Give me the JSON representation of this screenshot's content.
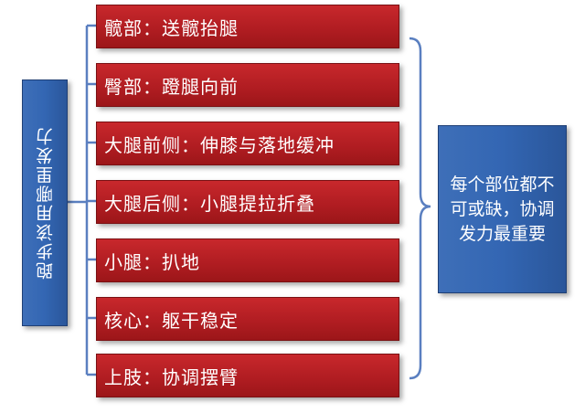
{
  "diagram": {
    "root_label": "跑步该用哪里发力",
    "items": [
      {
        "label": "髋部：送髋抬腿"
      },
      {
        "label": "臀部：蹬腿向前"
      },
      {
        "label": "大腿前侧：伸膝与落地缓冲"
      },
      {
        "label": "大腿后侧：小腿提拉折叠"
      },
      {
        "label": "小腿：扒地"
      },
      {
        "label": "核心：躯干稳定"
      },
      {
        "label": "上肢：协调摆臂"
      }
    ],
    "conclusion": "每个部位都不可或缺，协调发力最重要"
  },
  "colors": {
    "item_red": "#b11d22",
    "box_blue": "#3366b3",
    "connector_blue": "#5a7fc0"
  }
}
